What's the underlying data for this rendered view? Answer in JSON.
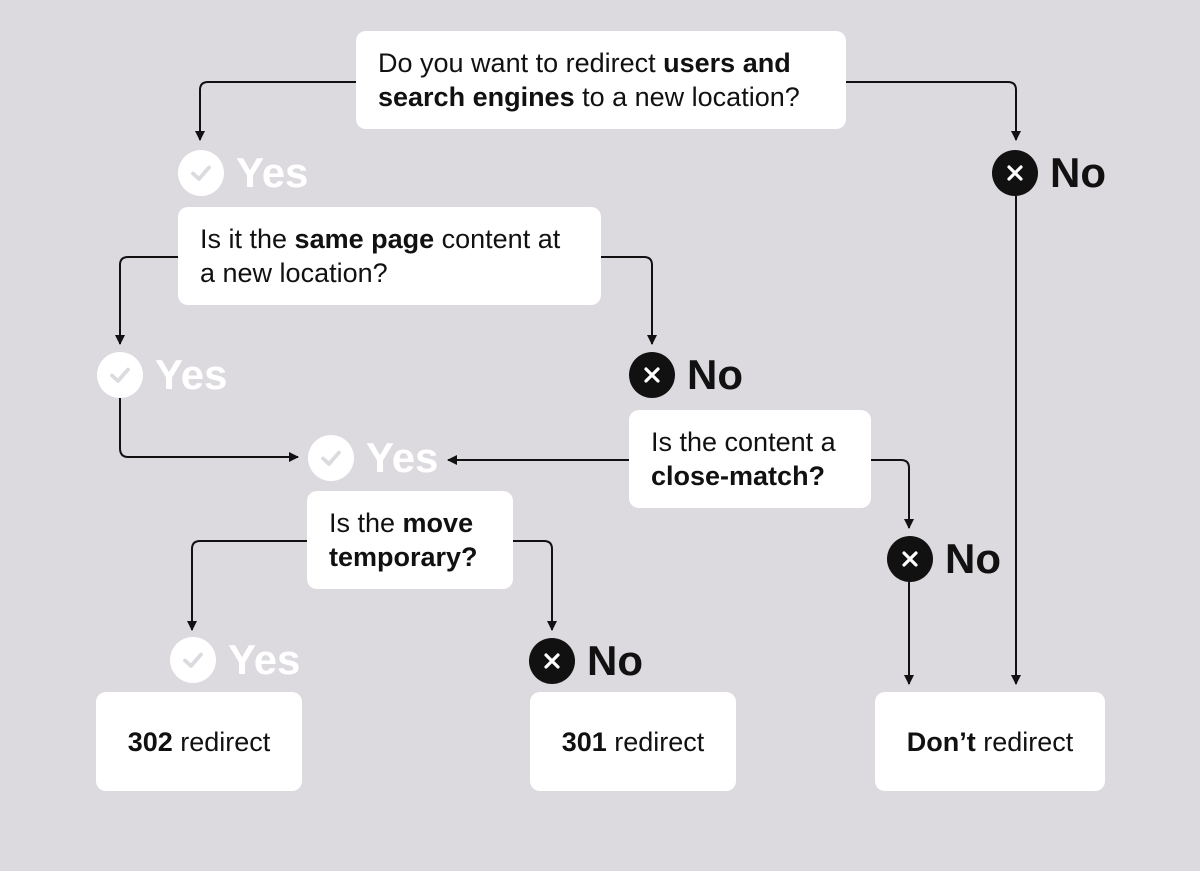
{
  "questions": {
    "q1": {
      "pre": "Do you want to redirect ",
      "bold": "users and search engines",
      "post": " to a new location?"
    },
    "q2": {
      "pre": "Is it the ",
      "bold": "same page",
      "post": " content at a new location?"
    },
    "q3": {
      "pre": "Is the content a ",
      "bold": "close-match?",
      "post": ""
    },
    "q4": {
      "pre": "Is the ",
      "bold": "move temporary?",
      "post": ""
    }
  },
  "results": {
    "r302": {
      "bold": "302",
      "rest": " redirect"
    },
    "r301": {
      "bold": "301",
      "rest": " redirect"
    },
    "rdont": {
      "bold": "Don’t",
      "rest": " redirect"
    }
  },
  "labels": {
    "yes": "Yes",
    "no": "No"
  },
  "colors": {
    "background": "#dcdadf",
    "box": "#ffffff",
    "ink": "#111111",
    "yes": "#ffffff",
    "no": "#111111"
  },
  "icons": {
    "yes": "check-icon",
    "no": "cross-icon"
  }
}
